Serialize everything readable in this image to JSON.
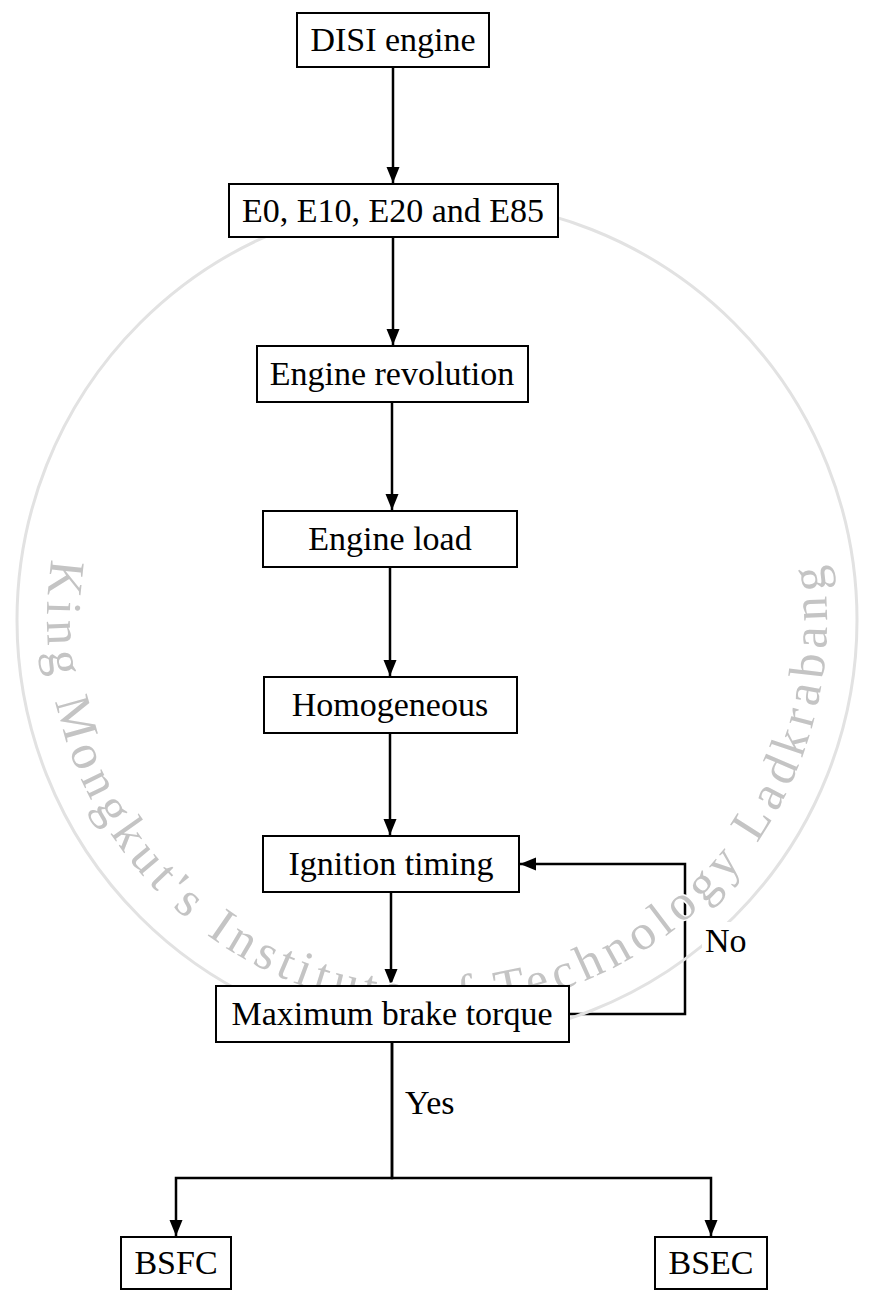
{
  "diagram": {
    "nodes": [
      {
        "text": [
          "DISI engine"
        ]
      },
      {
        "text": [
          "E0, E10, E20 and E85"
        ]
      },
      {
        "text": [
          "Engine revolution"
        ]
      },
      {
        "text": [
          "Engine load"
        ]
      },
      {
        "text": [
          "Homogeneous"
        ]
      },
      {
        "text": [
          "Ignition timing"
        ]
      },
      {
        "text": [
          "Maximum brake torque"
        ]
      },
      {
        "text": [
          "BSFC"
        ]
      },
      {
        "text": [
          "BSEC"
        ]
      }
    ],
    "edges": [
      {
        "from": 0,
        "to": 1,
        "arrow": "to"
      },
      {
        "from": 1,
        "to": 2,
        "arrow": "to"
      },
      {
        "from": 2,
        "to": 3,
        "arrow": "to"
      },
      {
        "from": 3,
        "to": 4,
        "arrow": "to"
      },
      {
        "from": 4,
        "to": 5,
        "arrow": "to"
      },
      {
        "from": 5,
        "to": 6,
        "arrow": "to"
      },
      {
        "from": 6,
        "to": 5,
        "label": "No",
        "arrow": "to"
      },
      {
        "from": 6,
        "to": 7,
        "label": "Yes",
        "arrow": "to"
      },
      {
        "from": 6,
        "to": 8,
        "arrow": "to"
      }
    ],
    "labels": [
      "King Mongkut's Institute of Technology Ladkrabang"
    ]
  }
}
